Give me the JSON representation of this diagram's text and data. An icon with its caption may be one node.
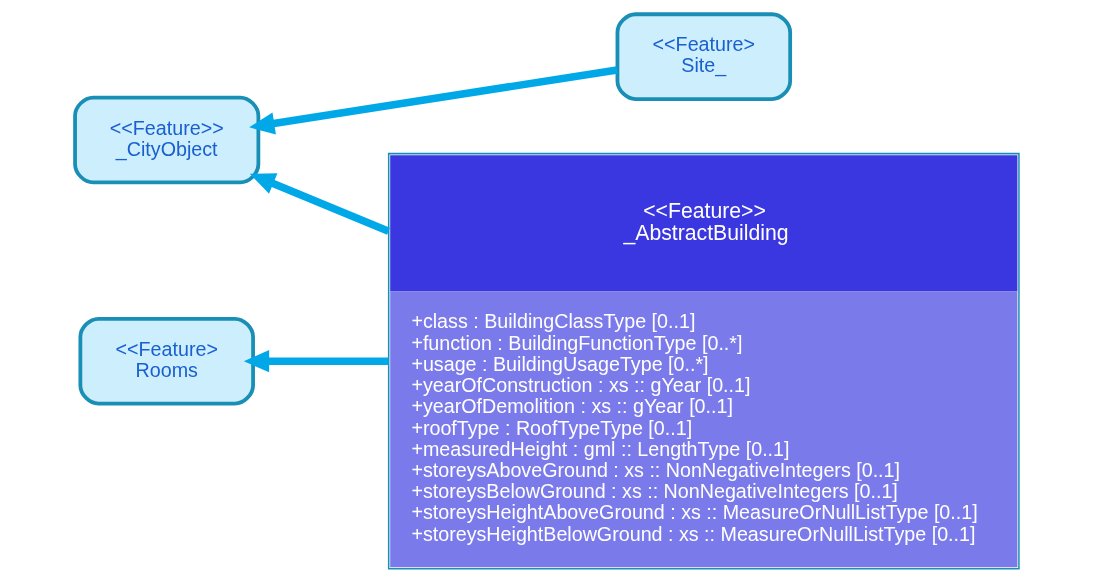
{
  "diagram": {
    "nodes": [
      {
        "text": [
          "<<Feature> Site_"
        ]
      },
      {
        "text": [
          "<<Feature>> _CityObject"
        ]
      },
      {
        "text": [
          "<<Feature> Rooms"
        ]
      },
      {
        "text": [
          "<<Feature>> _AbstractBuilding",
          "+class : BuildingClassType [0..1]",
          "+function : BuildingFunctionType [0..*]",
          "+usage : BuildingUsageType [0..*]",
          "+yearOfConstruction : xs :: gYear [0..1]",
          "+yearOfDemolition : xs :: gYear [0..1]",
          "+roofType : RoofTypeType [0..1]",
          "+measuredHeight : gml :: LengthType [0..1]",
          "+storeysAboveGround : xs :: NonNegativeIntegers [0..1]",
          "+storeysBelowGround : xs :: NonNegativeIntegers [0..1]",
          "+storeysHeightAboveGround : xs :: MeasureOrNullListType [0..1]",
          "+storeysHeightBelowGround : xs :: MeasureOrNullListType [0..1]"
        ]
      }
    ],
    "edges": [
      {
        "from": 0,
        "to": 1,
        "arrow": "to"
      },
      {
        "from": 3,
        "to": 1,
        "arrow": "to"
      },
      {
        "from": 3,
        "to": 2,
        "arrow": "to"
      }
    ]
  }
}
